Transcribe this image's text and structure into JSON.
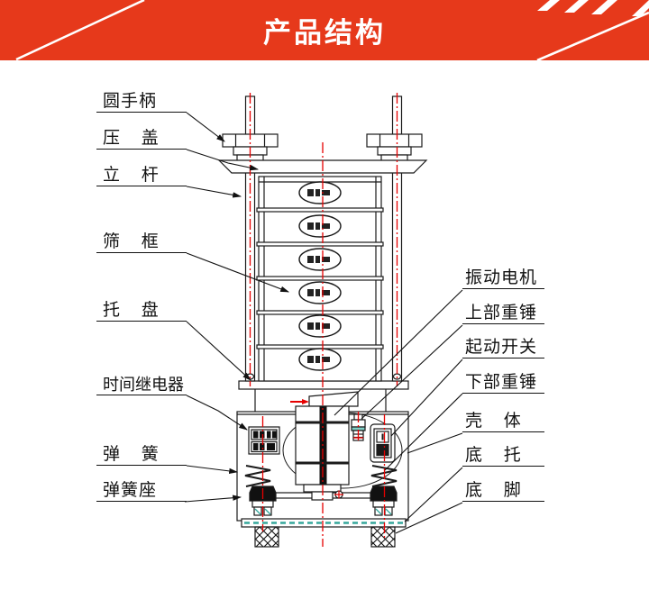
{
  "banner": {
    "title": "产品结构",
    "bg_color": "#e6391b",
    "text_color": "#ffffff"
  },
  "diagram": {
    "labels_left": [
      {
        "text": "圆手柄"
      },
      {
        "text": "压 盖"
      },
      {
        "text": "立 杆"
      },
      {
        "text": "筛 框"
      },
      {
        "text": "托 盘"
      },
      {
        "text": "时间继电器"
      },
      {
        "text": "弹 簧"
      },
      {
        "text": "弹簧座"
      }
    ],
    "labels_right": [
      {
        "text": "振动电机"
      },
      {
        "text": "上部重锤"
      },
      {
        "text": "起动开关"
      },
      {
        "text": "下部重锤"
      },
      {
        "text": "壳 体"
      },
      {
        "text": "底 托"
      },
      {
        "text": "底 脚"
      }
    ],
    "colors": {
      "line": "#1a1a1a",
      "centerline_red": "#e60000",
      "accent_teal": "#35a79c"
    }
  }
}
